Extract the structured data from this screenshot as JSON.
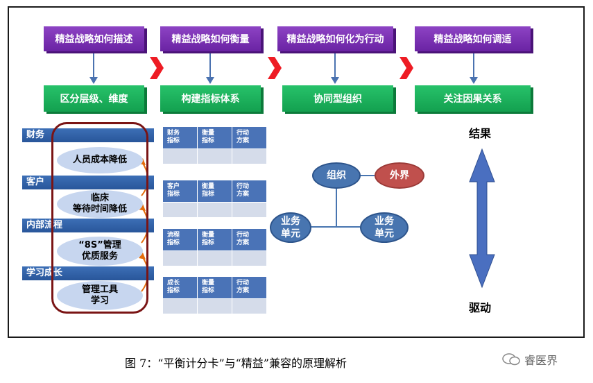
{
  "header": {
    "steps": [
      {
        "question": "精益战略如何描述",
        "answer": "区分层级、维度"
      },
      {
        "question": "精益战略如何衡量",
        "answer": "构建指标体系"
      },
      {
        "question": "精益战略如何化为行动",
        "answer": "协同型组织"
      },
      {
        "question": "精益战略如何调适",
        "answer": "关注因果关系"
      }
    ]
  },
  "left": {
    "categories": [
      "财务",
      "客户",
      "内部流程",
      "学习成长"
    ],
    "ovals": [
      {
        "line1": "人员成本降低",
        "line2": ""
      },
      {
        "line1": "临床",
        "line2": "等待时间降低"
      },
      {
        "line1": "“8S”管理",
        "line2": "优质服务"
      },
      {
        "line1": "管理工具",
        "line2": "学习"
      }
    ]
  },
  "matrices": [
    {
      "c1": "财务指标",
      "c2": "衡量指标",
      "c3": "行动方案"
    },
    {
      "c1": "客户指标",
      "c2": "衡量指标",
      "c3": "行动方案"
    },
    {
      "c1": "流程指标",
      "c2": "衡量指标",
      "c3": "行动方案"
    },
    {
      "c1": "成长指标",
      "c2": "衡量指标",
      "c3": "行动方案"
    }
  ],
  "org": {
    "center": "组织",
    "outside": "外界",
    "unit_left_1": "业务",
    "unit_left_2": "单元",
    "unit_right_1": "业务",
    "unit_right_2": "单元"
  },
  "causal": {
    "top": "结果",
    "bottom": "驱动"
  },
  "colors": {
    "purple": "#7b2fb5",
    "green": "#1aad5b",
    "blue": "#4875b0",
    "red": "#c0504d",
    "dark_red": "#7a1414"
  },
  "caption": "图 7：“平衡计分卡”与“精益”兼容的原理解析",
  "watermark": "睿医界"
}
